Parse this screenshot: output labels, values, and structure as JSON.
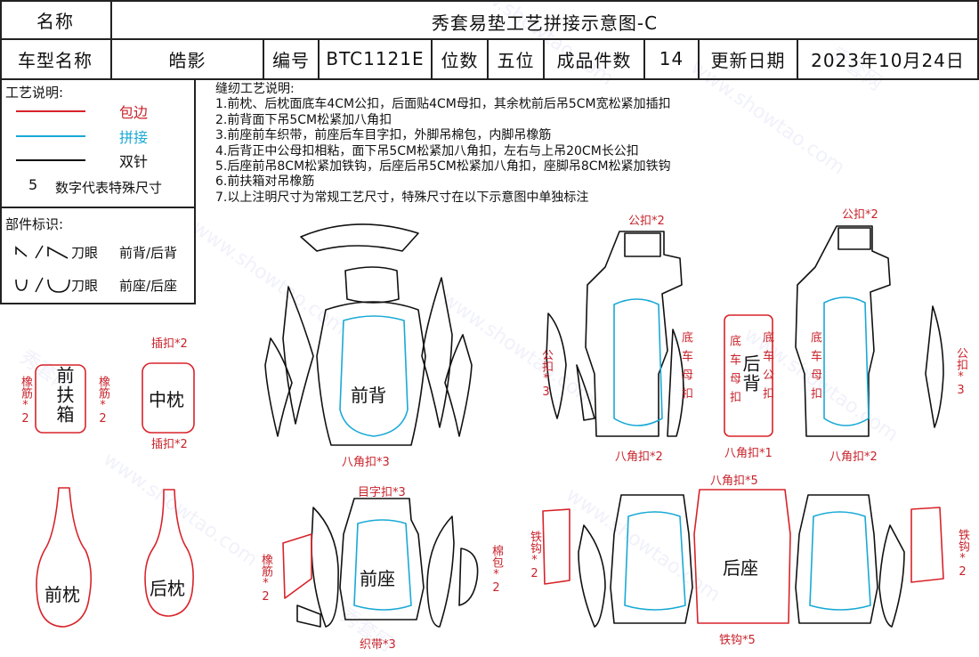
{
  "header": {
    "name_label": "名称",
    "title": "秀套易垫工艺拼接示意图-C",
    "model_label": "车型名称",
    "model_value": "皓影",
    "code_label": "编号",
    "code_value": "BTC1121E",
    "seat_label": "位数",
    "seat_value": "五位",
    "count_label": "成品件数",
    "count_value": "14",
    "date_label": "更新日期",
    "date_value": "2023年10月24日"
  },
  "legend": {
    "title": "工艺说明:",
    "items": [
      {
        "label": "包边",
        "color": "#d8232a"
      },
      {
        "label": "拼接",
        "color": "#19a9d6"
      },
      {
        "label": "双针",
        "color": "#111111"
      }
    ],
    "size_number": "5",
    "size_text": "数字代表特殊尺寸"
  },
  "parts_legend": {
    "title": "部件标识:",
    "row1_text": "刀眼",
    "row1_target": "前背/后背",
    "row2_text": "刀眼",
    "row2_target": "前座/后座"
  },
  "sewing_notes": {
    "title": "缝纫工艺说明:",
    "lines": [
      "1.前枕、后枕面底车4CM公扣，后面贴4CM母扣，其余枕前后吊5CM宽松紧加插扣",
      "2.前背面下吊5CM松紧加八角扣",
      "3.前座前车织带，前座后车目字扣，外脚吊棉包，内脚吊橡筋",
      "4.后背正中公母扣相粘，面下吊5CM松紧加八角扣，左右与上吊20CM长公扣",
      "5.后座前吊8CM松紧加铁钩，后座后吊5CM松紧加八角扣，座脚吊8CM松紧加铁钩",
      "6.前扶箱对吊橡筋",
      "7.以上注明尺寸为常规工艺尺寸，特殊尺寸在以下示意图中单独标注"
    ]
  },
  "parts": {
    "front_armrest": "前扶箱",
    "middle_pillow": "中枕",
    "front_back": "前背",
    "rear_back": "后背",
    "front_pillow": "前枕",
    "rear_pillow": "后枕",
    "front_seat": "前座",
    "rear_seat": "后座"
  },
  "annotations": {
    "elastic2": "橡筋*2",
    "insert2": "插扣*2",
    "oct3": "八角扣*3",
    "male2": "公扣*2",
    "male3": "公扣*3",
    "oct2": "八角扣*2",
    "oct1": "八角扣*1",
    "oct5": "八角扣*5",
    "bottom_female": "底车母扣",
    "bottom_male": "底车公扣",
    "buckle3": "目字扣*3",
    "cotton2": "棉包*2",
    "strap3": "织带*3",
    "hook2": "铁钩*2",
    "hook5": "铁钩*5"
  },
  "watermark": {
    "cn": "秀套网",
    "url": "www.showtao.com"
  }
}
